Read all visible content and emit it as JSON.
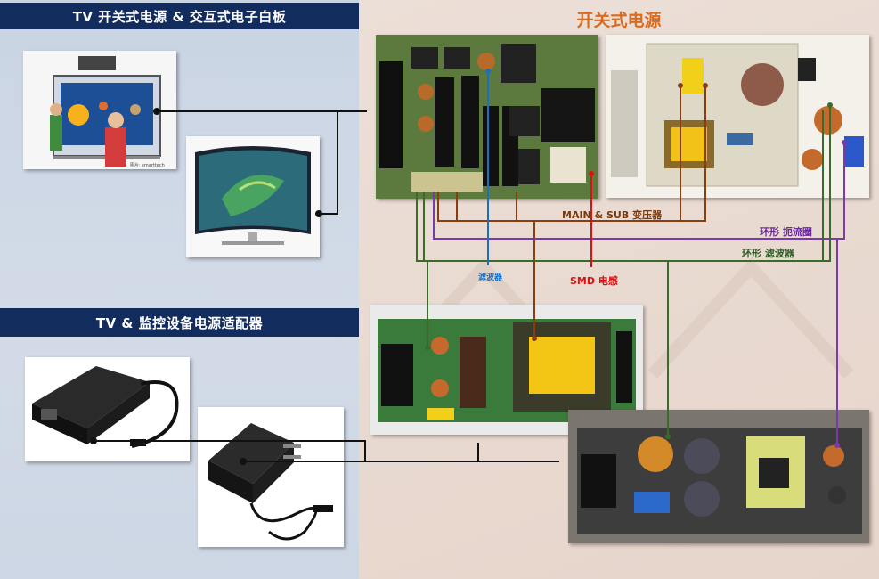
{
  "left": {
    "header_top": "TV 开关式电源 & 交互式电子白板",
    "header_mid": "TV & 监控设备电源适配器",
    "whiteboard_caption": "图片: smarttech"
  },
  "right": {
    "title": "开关式电源",
    "labels": {
      "main_sub_transformer": "MAIN & SUB 变压器",
      "toroid_choke": "环形 扼流圈",
      "toroid_filter": "环形 滤波器",
      "filter": "滤波器",
      "smd_inductor": "SMD 电感"
    }
  },
  "colors": {
    "header_bg": "#132c5e",
    "title_orange": "#d86b1f",
    "line_brown": "#8a3d10",
    "line_purple": "#7a3aaa",
    "line_green": "#3b6b2a",
    "line_blue": "#1a6fc0",
    "line_red": "#e01010",
    "line_black": "#111111"
  }
}
